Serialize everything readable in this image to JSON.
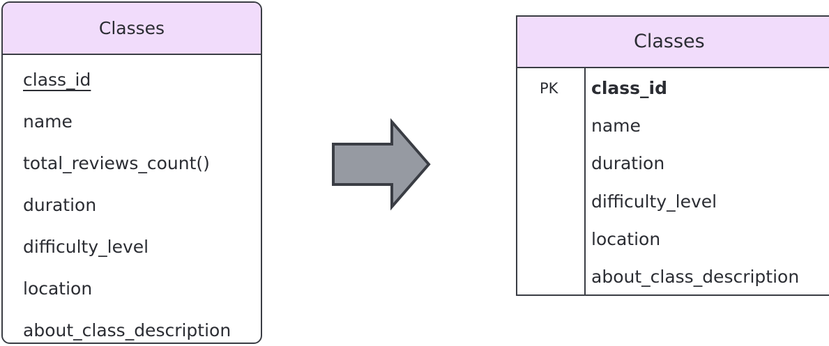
{
  "left_entity": {
    "title": "Classes",
    "attributes": [
      {
        "label": "class_id",
        "key": true
      },
      {
        "label": "name",
        "key": false
      },
      {
        "label": "total_reviews_count()",
        "key": false
      },
      {
        "label": "duration",
        "key": false
      },
      {
        "label": "difficulty_level",
        "key": false
      },
      {
        "label": "location",
        "key": false
      },
      {
        "label": "about_class_description",
        "key": false
      }
    ]
  },
  "right_entity": {
    "title": "Classes",
    "pk_label": "PK",
    "attributes": [
      {
        "label": "class_id",
        "key": true
      },
      {
        "label": "name",
        "key": false
      },
      {
        "label": "duration",
        "key": false
      },
      {
        "label": "difficulty_level",
        "key": false
      },
      {
        "label": "location",
        "key": false
      },
      {
        "label": "about_class_description",
        "key": false
      }
    ]
  },
  "colors": {
    "header_fill": "#f1dcfb",
    "border": "#3a3d44",
    "arrow_fill": "#969aa2",
    "text": "#2b2d33"
  }
}
